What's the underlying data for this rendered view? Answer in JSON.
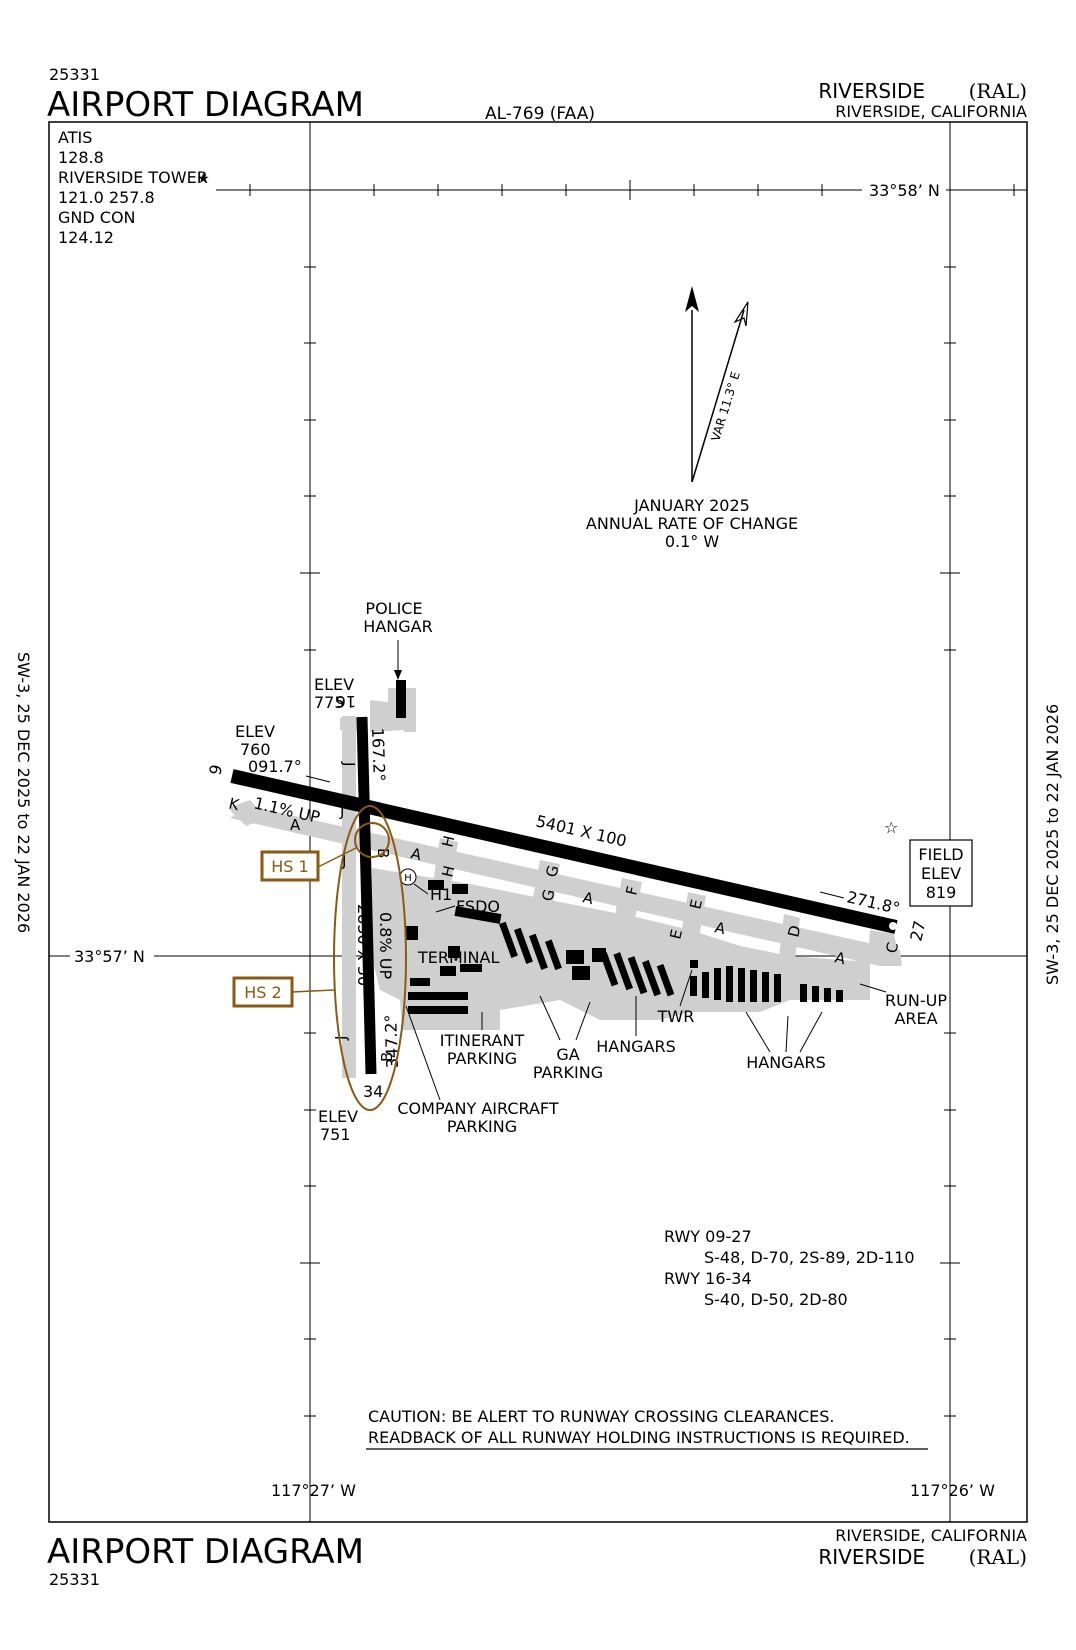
{
  "header": {
    "chart_number_top": "25331",
    "title_top": "AIRPORT DIAGRAM",
    "procedure_id": "AL-769 (FAA)",
    "airport_name_top": "RIVERSIDE",
    "airport_code_top": "(RAL)",
    "location_top": "RIVERSIDE, CALIFORNIA"
  },
  "footer": {
    "title_bottom": "AIRPORT DIAGRAM",
    "chart_number_bottom": "25331",
    "location_bottom": "RIVERSIDE, CALIFORNIA",
    "airport_name_bottom": "RIVERSIDE",
    "airport_code_bottom": "(RAL)"
  },
  "side_margin": {
    "left": "SW-3,  25 DEC 2025  to  22 JAN 2026",
    "right": "SW-3,  25 DEC 2025  to  22 JAN 2026"
  },
  "frequencies": {
    "atis_label": "ATIS",
    "atis_freq": "128.8",
    "tower_label": "RIVERSIDE TOWER",
    "tower_freq": "121.0  257.8",
    "gnd_label": "GND CON",
    "gnd_freq": "124.12"
  },
  "grid": {
    "lat_north": "33°58’ N",
    "lat_south": "33°57’ N",
    "lon_west": "117°27’ W",
    "lon_east": "117°26’ W"
  },
  "magnetic": {
    "variation": "VAR 11.3° E",
    "date": "JANUARY 2025",
    "rate_label": "ANNUAL RATE OF CHANGE",
    "rate_value": "0.1° W"
  },
  "runways": {
    "rwy9_end": "9",
    "rwy27_end": "27",
    "rwy16_end": "16",
    "rwy34_end": "34",
    "rwy9_heading": "091.7°",
    "rwy27_heading": "271.8°",
    "rwy16_heading": "167.2°",
    "rwy34_heading": "347.2°",
    "rwy9_27_dims": "5401 X 100",
    "rwy16_34_dims": "2850 X 50",
    "rwy9_slope": "1.1% UP",
    "rwy16_slope": "0.8% UP",
    "elev_9_label": "ELEV",
    "elev_9_value": "760",
    "elev_16_label": "ELEV",
    "elev_16_value": "775",
    "elev_34_label": "ELEV",
    "elev_34_value": "751"
  },
  "field_elev": {
    "label1": "FIELD",
    "label2": "ELEV",
    "value": "819"
  },
  "taxiways": {
    "k": "K",
    "a": "A",
    "j": "J",
    "b": "B",
    "h": "H",
    "g": "G",
    "f": "F",
    "e": "E",
    "d": "D",
    "c": "C",
    "h1": "H1",
    "heli": "H"
  },
  "hot_spots": {
    "hs1": "HS 1",
    "hs2": "HS 2"
  },
  "labels": {
    "police_hangar_1": "POLICE",
    "police_hangar_2": "HANGAR",
    "fsdo": "FSDO",
    "terminal": "TERMINAL",
    "itinerant_1": "ITINERANT",
    "itinerant_2": "PARKING",
    "ga_1": "GA",
    "ga_2": "PARKING",
    "hangars_1": "HANGARS",
    "hangars_2": "HANGARS",
    "twr": "TWR",
    "runup_1": "RUN-UP",
    "runup_2": "AREA",
    "company_1": "COMPANY AIRCRAFT",
    "company_2": "PARKING"
  },
  "strength": {
    "rwy1": "RWY 09-27",
    "rwy1_values": "S-48, D-70, 2S-89, 2D-110",
    "rwy2": "RWY 16-34",
    "rwy2_values": "S-40, D-50, 2D-80"
  },
  "caution": {
    "line1": "CAUTION: BE ALERT TO RUNWAY CROSSING CLEARANCES.",
    "line2": "READBACK OF ALL RUNWAY HOLDING INSTRUCTIONS IS REQUIRED."
  },
  "colors": {
    "hot_spot": "#8a5a12",
    "taxiway": "#cfcfcf",
    "runway": "#000000"
  }
}
